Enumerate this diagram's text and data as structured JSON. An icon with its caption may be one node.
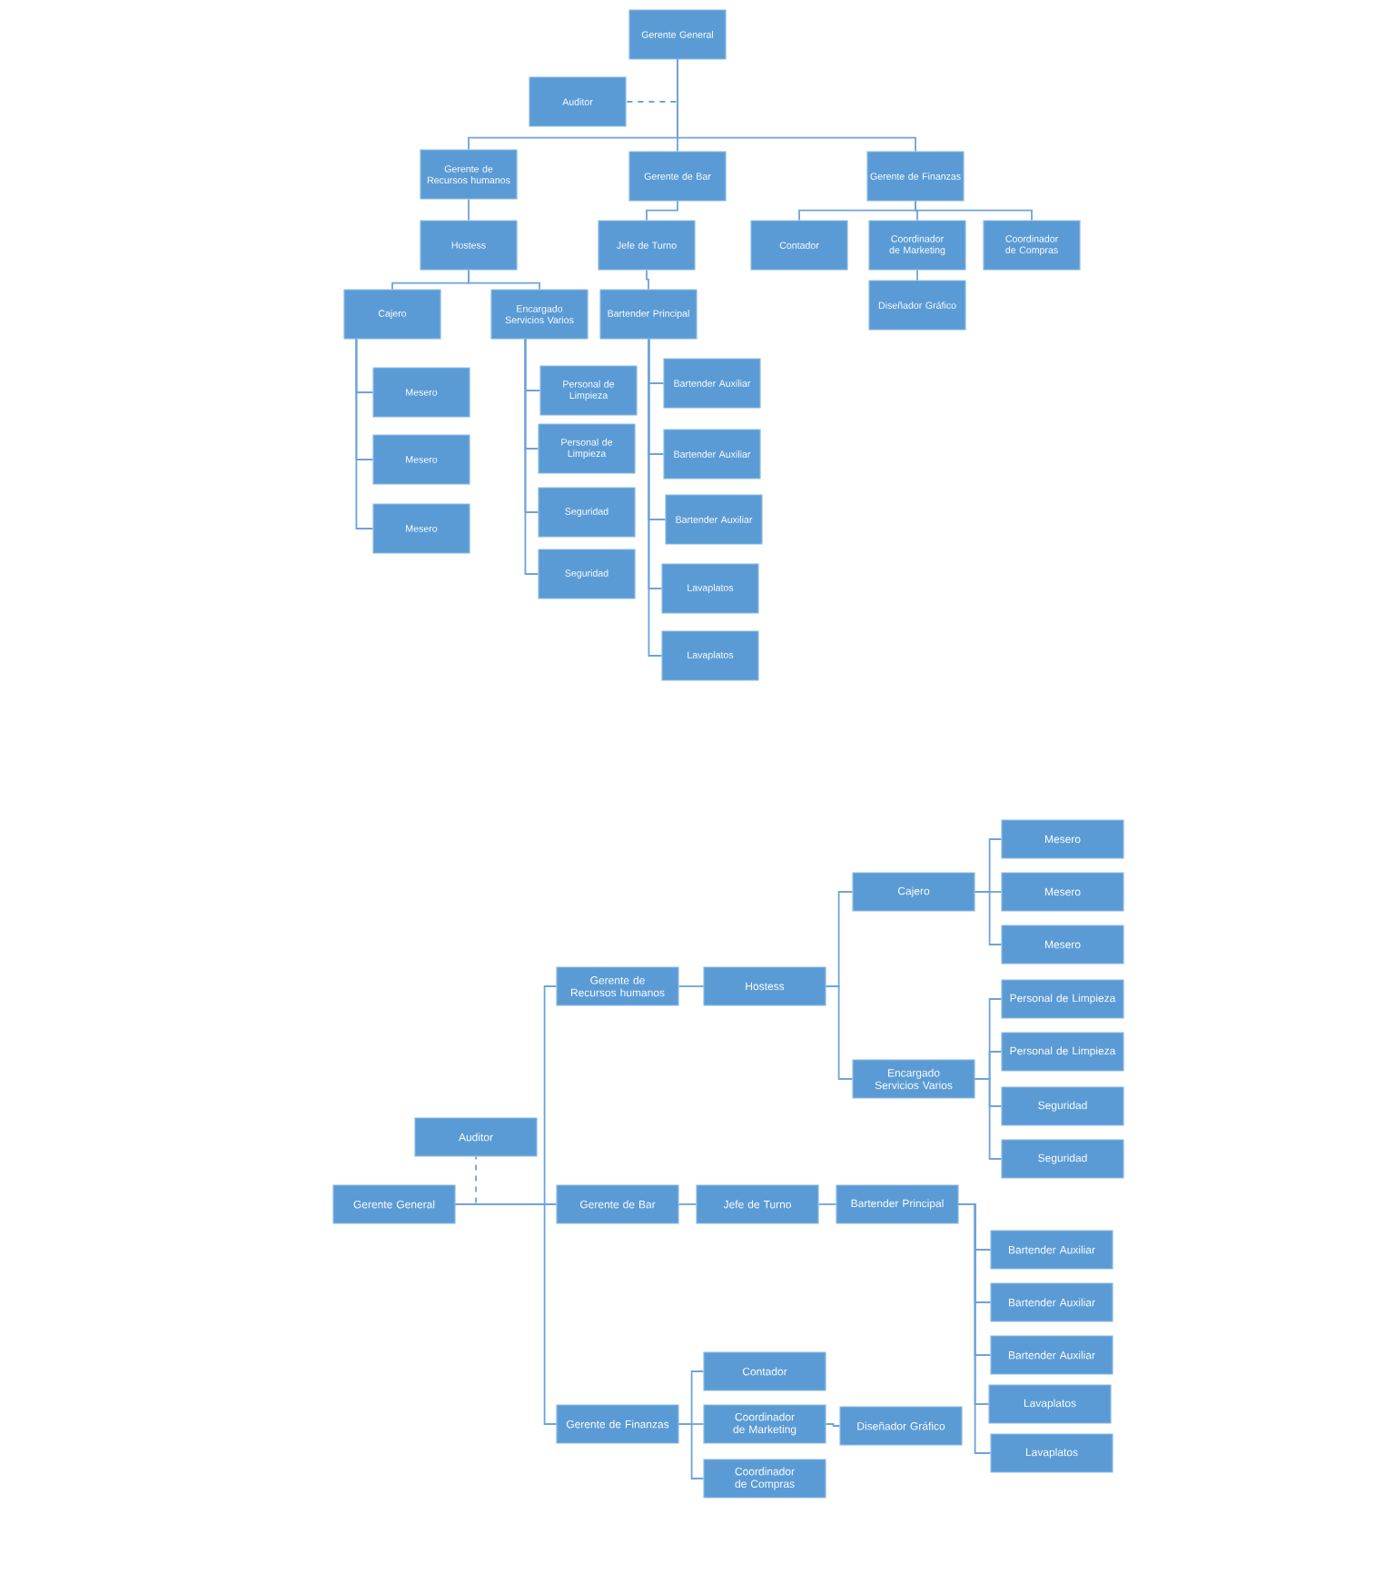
{
  "diagram": {
    "nodes": [
      {
        "text": [
          "Gerente General"
        ]
      },
      {
        "text": [
          "Auditor"
        ]
      },
      {
        "text": [
          "Gerente de Recursos humanos"
        ]
      },
      {
        "text": [
          "Gerente de Bar"
        ]
      },
      {
        "text": [
          "Gerente de Finanzas"
        ]
      },
      {
        "text": [
          "Hostess"
        ]
      },
      {
        "text": [
          "Jefe de Turno"
        ]
      },
      {
        "text": [
          "Contador"
        ]
      },
      {
        "text": [
          "Coordinador de Marketing"
        ]
      },
      {
        "text": [
          "Coordinador de Compras"
        ]
      },
      {
        "text": [
          "Diseñador Gráfico"
        ]
      },
      {
        "text": [
          "Cajero"
        ]
      },
      {
        "text": [
          "Encargado Servicios Varios"
        ]
      },
      {
        "text": [
          "Bartender Principal"
        ]
      },
      {
        "text": [
          "Mesero"
        ]
      },
      {
        "text": [
          "Mesero"
        ]
      },
      {
        "text": [
          "Mesero"
        ]
      },
      {
        "text": [
          "Personal de Limpieza"
        ]
      },
      {
        "text": [
          "Personal de Limpieza"
        ]
      },
      {
        "text": [
          "Seguridad"
        ]
      },
      {
        "text": [
          "Seguridad"
        ]
      },
      {
        "text": [
          "Bartender Auxiliar"
        ]
      },
      {
        "text": [
          "Bartender Auxiliar"
        ]
      },
      {
        "text": [
          "Bartender Auxiliar"
        ]
      },
      {
        "text": [
          "Lavaplatos"
        ]
      },
      {
        "text": [
          "Lavaplatos"
        ]
      },
      {
        "text": [
          "Gerente General"
        ]
      },
      {
        "text": [
          "Auditor"
        ]
      },
      {
        "text": [
          "Gerente de Recursos humanos"
        ]
      },
      {
        "text": [
          "Gerente de Bar"
        ]
      },
      {
        "text": [
          "Gerente de Finanzas"
        ]
      },
      {
        "text": [
          "Hostess"
        ]
      },
      {
        "text": [
          "Jefe de Turno"
        ]
      },
      {
        "text": [
          "Bartender Principal"
        ]
      },
      {
        "text": [
          "Cajero"
        ]
      },
      {
        "text": [
          "Encargado Servicios Varios"
        ]
      },
      {
        "text": [
          "Mesero"
        ]
      },
      {
        "text": [
          "Mesero"
        ]
      },
      {
        "text": [
          "Mesero"
        ]
      },
      {
        "text": [
          "Personal de Limpieza"
        ]
      },
      {
        "text": [
          "Personal de Limpieza"
        ]
      },
      {
        "text": [
          "Seguridad"
        ]
      },
      {
        "text": [
          "Seguridad"
        ]
      },
      {
        "text": [
          "Bartender Auxiliar"
        ]
      },
      {
        "text": [
          "Bartender Auxiliar"
        ]
      },
      {
        "text": [
          "Bartender Auxiliar"
        ]
      },
      {
        "text": [
          "Lavaplatos"
        ]
      },
      {
        "text": [
          "Lavaplatos"
        ]
      },
      {
        "text": [
          "Contador"
        ]
      },
      {
        "text": [
          "Coordinador de Marketing"
        ]
      },
      {
        "text": [
          "Coordinador de Compras"
        ]
      },
      {
        "text": [
          "Diseñador Gráfico"
        ]
      }
    ],
    "edges": [
      {
        "from": 0,
        "to": 1,
        "arrow": "none",
        "style": "dashed"
      },
      {
        "from": 0,
        "to": 2,
        "arrow": "none"
      },
      {
        "from": 0,
        "to": 3,
        "arrow": "none"
      },
      {
        "from": 0,
        "to": 4,
        "arrow": "none"
      },
      {
        "from": 2,
        "to": 5,
        "arrow": "none"
      },
      {
        "from": 3,
        "to": 6,
        "arrow": "none"
      },
      {
        "from": 4,
        "to": 7,
        "arrow": "none"
      },
      {
        "from": 4,
        "to": 8,
        "arrow": "none"
      },
      {
        "from": 4,
        "to": 9,
        "arrow": "none"
      },
      {
        "from": 8,
        "to": 10,
        "arrow": "none"
      },
      {
        "from": 5,
        "to": 11,
        "arrow": "none"
      },
      {
        "from": 5,
        "to": 12,
        "arrow": "none"
      },
      {
        "from": 6,
        "to": 13,
        "arrow": "none"
      },
      {
        "from": 11,
        "to": 14,
        "arrow": "none"
      },
      {
        "from": 11,
        "to": 15,
        "arrow": "none"
      },
      {
        "from": 11,
        "to": 16,
        "arrow": "none"
      },
      {
        "from": 12,
        "to": 17,
        "arrow": "none"
      },
      {
        "from": 12,
        "to": 18,
        "arrow": "none"
      },
      {
        "from": 12,
        "to": 19,
        "arrow": "none"
      },
      {
        "from": 12,
        "to": 20,
        "arrow": "none"
      },
      {
        "from": 13,
        "to": 21,
        "arrow": "none"
      },
      {
        "from": 13,
        "to": 22,
        "arrow": "none"
      },
      {
        "from": 13,
        "to": 23,
        "arrow": "none"
      },
      {
        "from": 13,
        "to": 24,
        "arrow": "none"
      },
      {
        "from": 13,
        "to": 25,
        "arrow": "none"
      },
      {
        "from": 26,
        "to": 27,
        "arrow": "none",
        "style": "dashed"
      },
      {
        "from": 26,
        "to": 28,
        "arrow": "none"
      },
      {
        "from": 26,
        "to": 29,
        "arrow": "none"
      },
      {
        "from": 26,
        "to": 30,
        "arrow": "none"
      },
      {
        "from": 28,
        "to": 31,
        "arrow": "none"
      },
      {
        "from": 29,
        "to": 32,
        "arrow": "none"
      },
      {
        "from": 32,
        "to": 33,
        "arrow": "none"
      },
      {
        "from": 31,
        "to": 34,
        "arrow": "none"
      },
      {
        "from": 31,
        "to": 35,
        "arrow": "none"
      },
      {
        "from": 34,
        "to": 36,
        "arrow": "none"
      },
      {
        "from": 34,
        "to": 37,
        "arrow": "none"
      },
      {
        "from": 34,
        "to": 38,
        "arrow": "none"
      },
      {
        "from": 35,
        "to": 39,
        "arrow": "none"
      },
      {
        "from": 35,
        "to": 40,
        "arrow": "none"
      },
      {
        "from": 35,
        "to": 41,
        "arrow": "none"
      },
      {
        "from": 35,
        "to": 42,
        "arrow": "none"
      },
      {
        "from": 33,
        "to": 43,
        "arrow": "none"
      },
      {
        "from": 33,
        "to": 44,
        "arrow": "none"
      },
      {
        "from": 33,
        "to": 45,
        "arrow": "none"
      },
      {
        "from": 33,
        "to": 46,
        "arrow": "none"
      },
      {
        "from": 33,
        "to": 47,
        "arrow": "none"
      },
      {
        "from": 30,
        "to": 48,
        "arrow": "none"
      },
      {
        "from": 30,
        "to": 49,
        "arrow": "none"
      },
      {
        "from": 30,
        "to": 50,
        "arrow": "none"
      },
      {
        "from": 49,
        "to": 51,
        "arrow": "none"
      }
    ]
  }
}
